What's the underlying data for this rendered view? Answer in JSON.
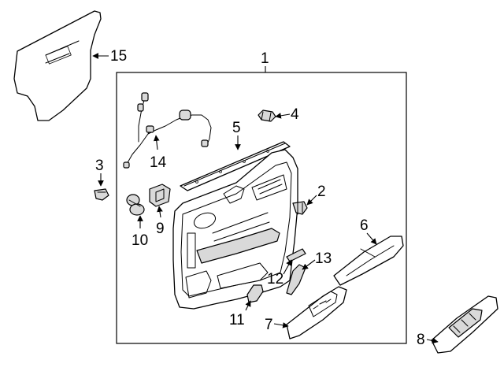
{
  "diagram": {
    "callouts": [
      {
        "id": "1",
        "label": "1"
      },
      {
        "id": "2",
        "label": "2"
      },
      {
        "id": "3",
        "label": "3"
      },
      {
        "id": "4",
        "label": "4"
      },
      {
        "id": "5",
        "label": "5"
      },
      {
        "id": "6",
        "label": "6"
      },
      {
        "id": "7",
        "label": "7"
      },
      {
        "id": "8",
        "label": "8"
      },
      {
        "id": "9",
        "label": "9"
      },
      {
        "id": "10",
        "label": "10"
      },
      {
        "id": "11",
        "label": "11"
      },
      {
        "id": "12",
        "label": "12"
      },
      {
        "id": "13",
        "label": "13"
      },
      {
        "id": "14",
        "label": "14"
      },
      {
        "id": "15",
        "label": "15"
      }
    ],
    "colors": {
      "line": "#000000",
      "background": "#ffffff",
      "shade": "#d9d9d9"
    }
  }
}
